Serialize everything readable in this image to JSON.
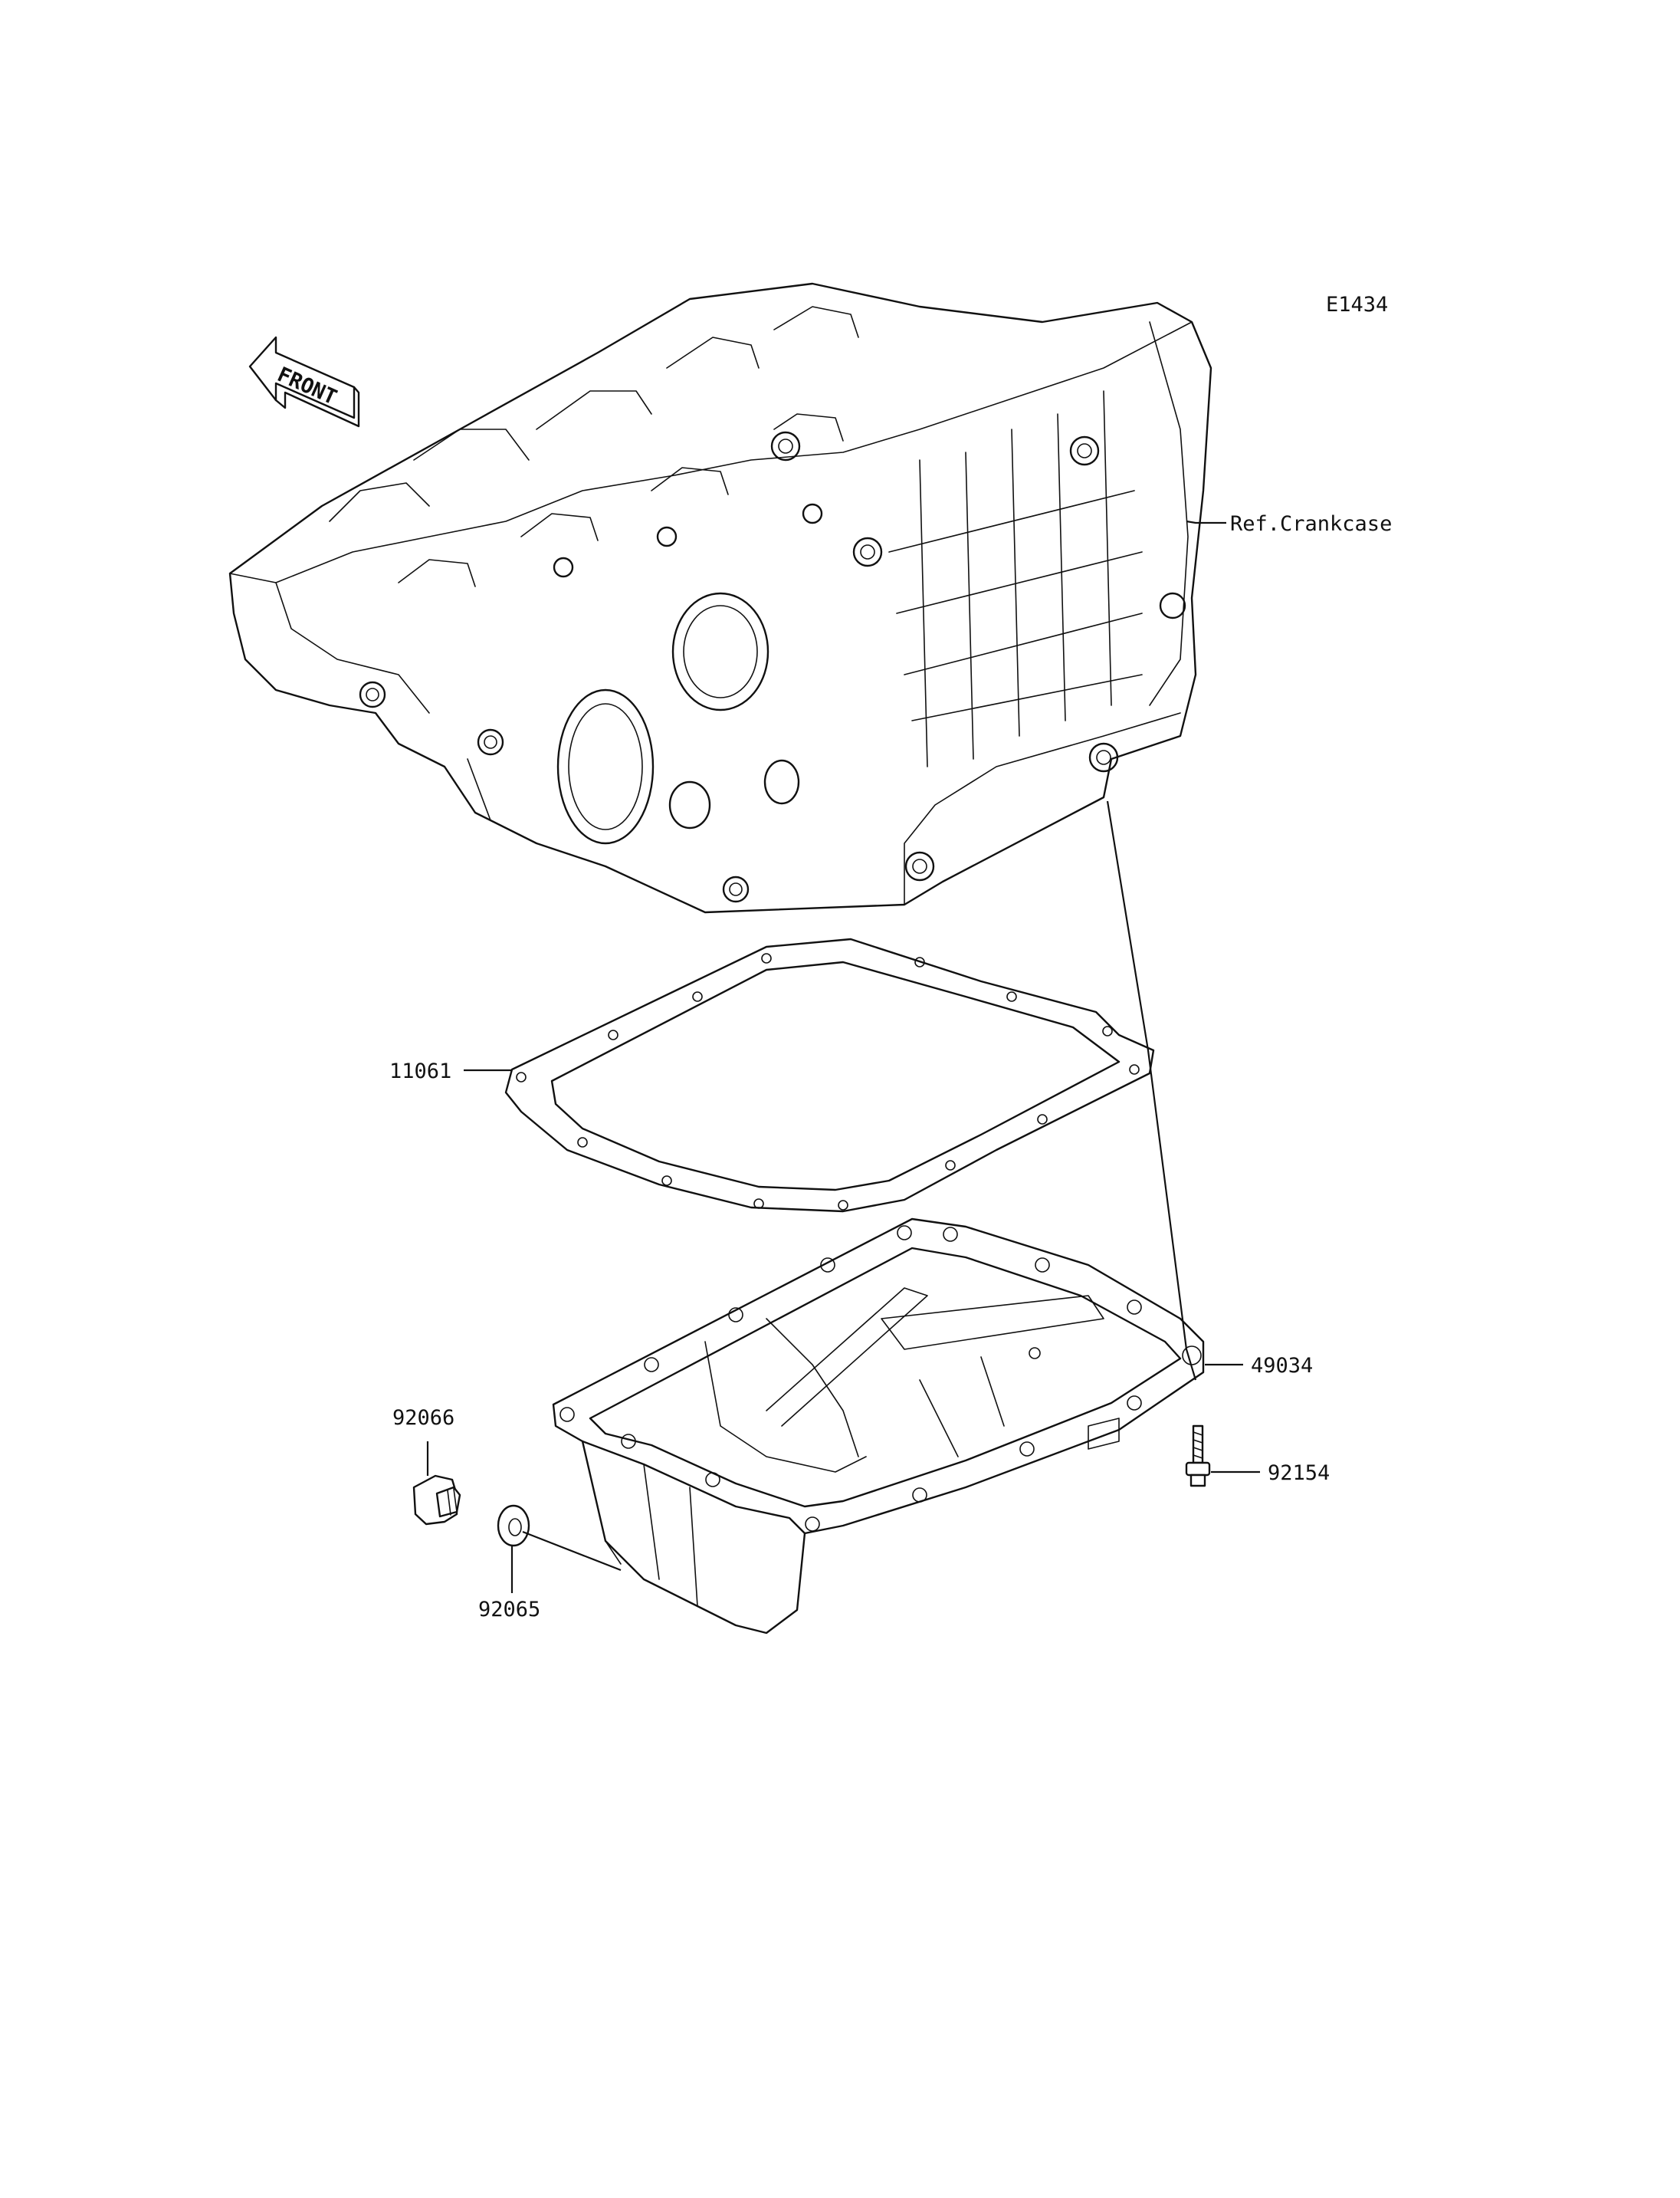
{
  "diagram_code": "E1434",
  "front_arrow": {
    "text": "FRONT"
  },
  "parts": [
    {
      "id": "ref-crankcase",
      "label": "Ref.Crankcase"
    },
    {
      "id": "gasket",
      "label": "11061"
    },
    {
      "id": "oil-pan",
      "label": "49034"
    },
    {
      "id": "bolt",
      "label": "92154"
    },
    {
      "id": "drain-plug",
      "label": "92066"
    },
    {
      "id": "washer",
      "label": "92065"
    }
  ]
}
